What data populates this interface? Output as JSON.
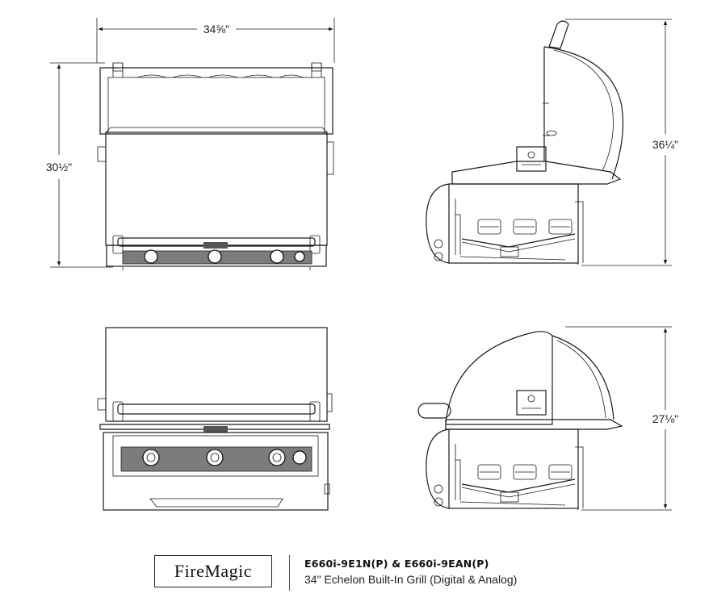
{
  "dimensions": {
    "front_open_width": "34⅝\"",
    "front_open_height": "30½\"",
    "side_open_height": "36¼\"",
    "side_closed_height": "27⅛\""
  },
  "branding": {
    "logo": "FireMagic",
    "model_numbers": "E660i-9E1N(P) & E660i-9EAN(P)",
    "description": "34\" Echelon Built-In Grill (Digital & Analog)"
  },
  "icons": [
    "grill-front-open-drawing",
    "grill-side-open-drawing",
    "grill-front-closed-drawing",
    "grill-side-closed-drawing"
  ]
}
